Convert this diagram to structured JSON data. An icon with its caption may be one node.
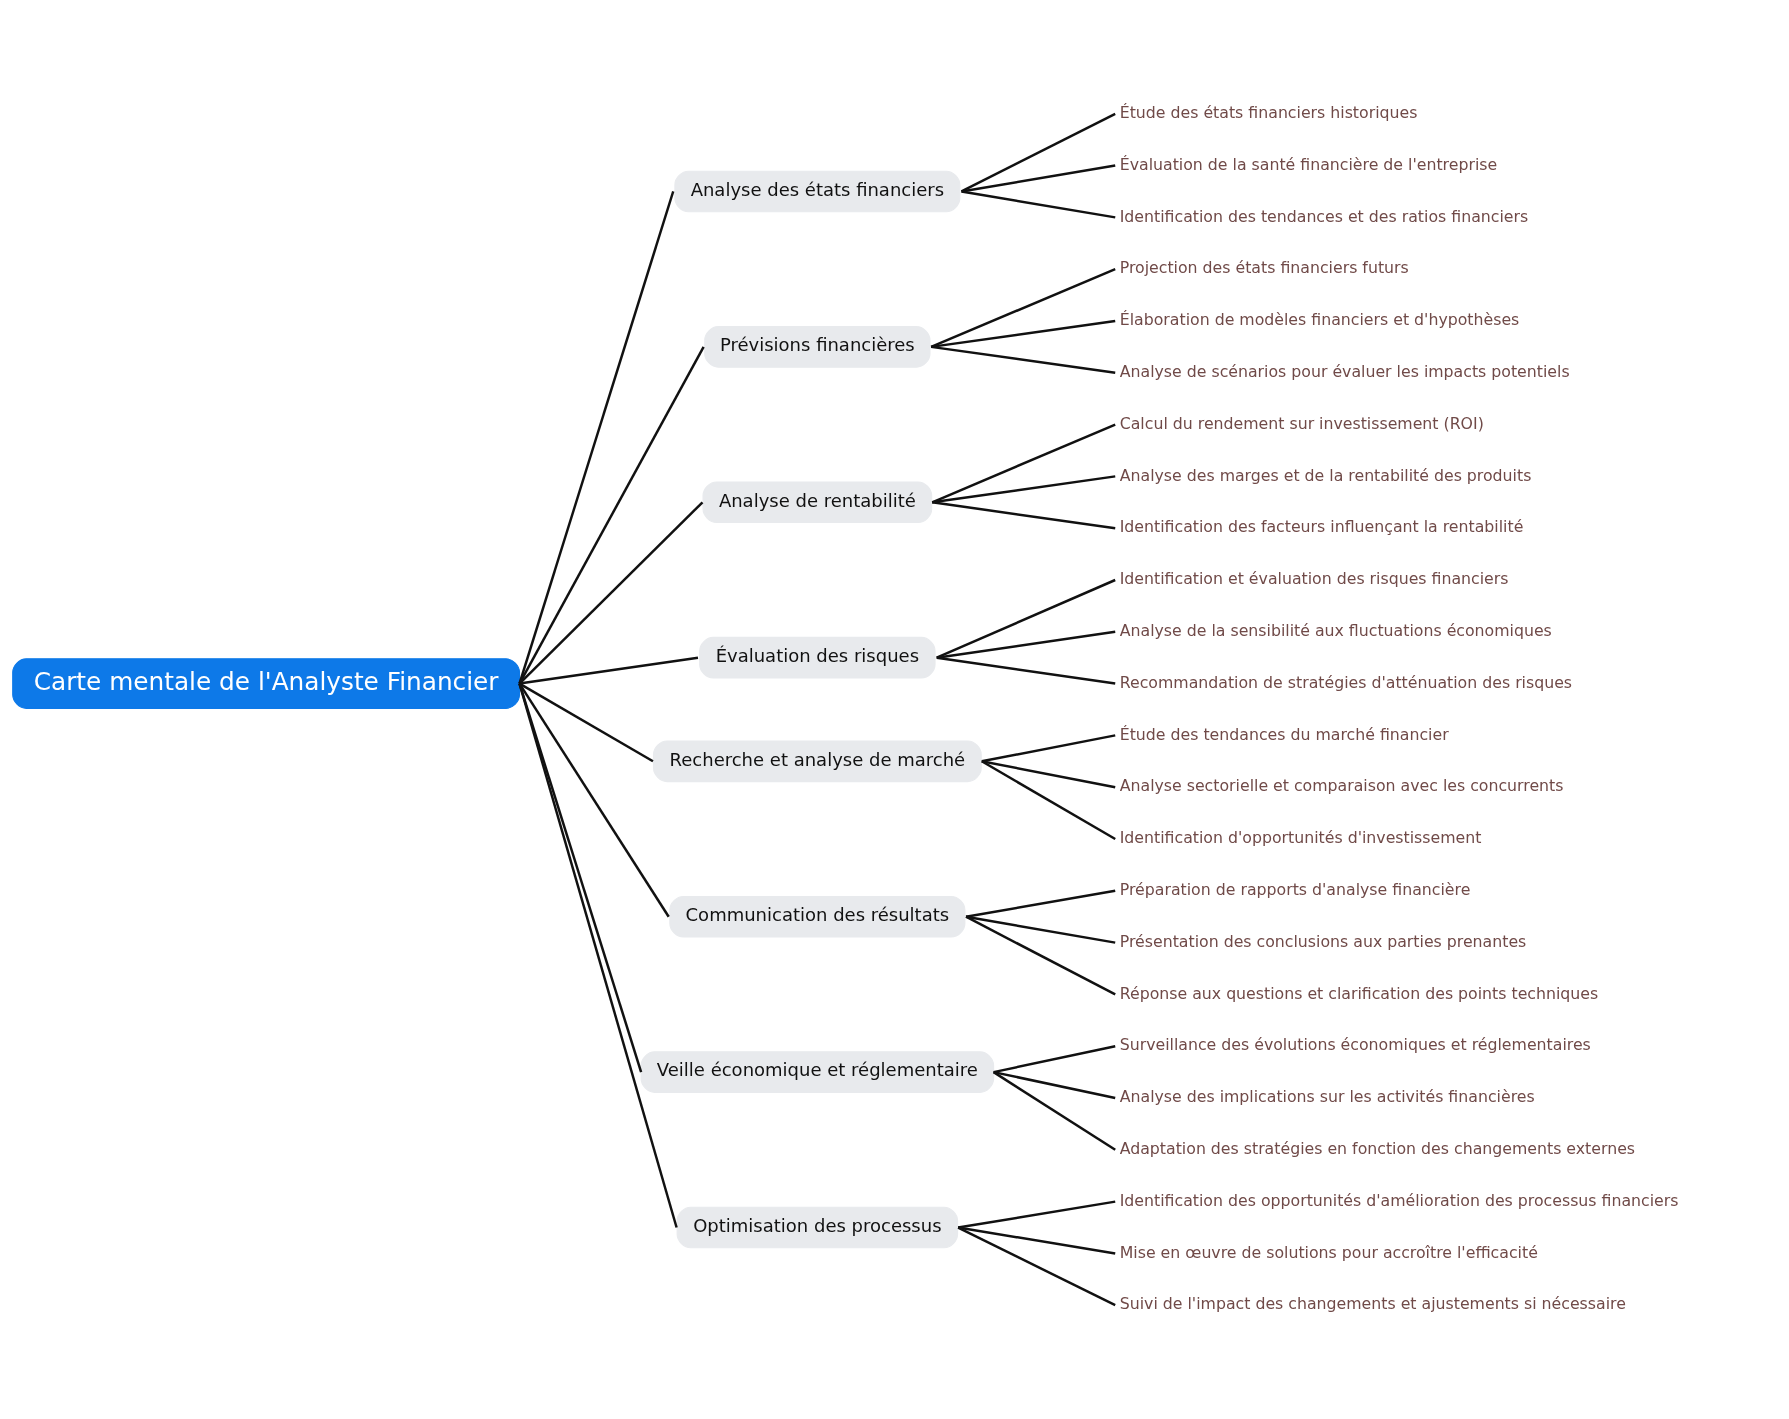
{
  "diagram": {
    "nodes": [
      {
        "text": [
          "Carte mentale de l'Analyste Financier"
        ]
      },
      {
        "text": [
          "Analyse des états financiers"
        ]
      },
      {
        "text": [
          "Étude des états financiers historiques"
        ]
      },
      {
        "text": [
          "Évaluation de la santé financière de l'entreprise"
        ]
      },
      {
        "text": [
          "Identification des tendances et des ratios financiers"
        ]
      },
      {
        "text": [
          "Prévisions financières"
        ]
      },
      {
        "text": [
          "Projection des états financiers futurs"
        ]
      },
      {
        "text": [
          "Élaboration de modèles financiers et d'hypothèses"
        ]
      },
      {
        "text": [
          "Analyse de scénarios pour évaluer les impacts potentiels"
        ]
      },
      {
        "text": [
          "Analyse de rentabilité"
        ]
      },
      {
        "text": [
          "Calcul du rendement sur investissement (ROI)"
        ]
      },
      {
        "text": [
          "Analyse des marges et de la rentabilité des produits"
        ]
      },
      {
        "text": [
          "Identification des facteurs influençant la rentabilité"
        ]
      },
      {
        "text": [
          "Évaluation des risques"
        ]
      },
      {
        "text": [
          "Identification et évaluation des risques financiers"
        ]
      },
      {
        "text": [
          "Analyse de la sensibilité aux fluctuations économiques"
        ]
      },
      {
        "text": [
          "Recommandation de stratégies d'atténuation des risques"
        ]
      },
      {
        "text": [
          "Recherche et analyse de marché"
        ]
      },
      {
        "text": [
          "Étude des tendances du marché financier"
        ]
      },
      {
        "text": [
          "Analyse sectorielle et comparaison avec les concurrents"
        ]
      },
      {
        "text": [
          "Identification d'opportunités d'investissement"
        ]
      },
      {
        "text": [
          "Communication des résultats"
        ]
      },
      {
        "text": [
          "Préparation de rapports d'analyse financière"
        ]
      },
      {
        "text": [
          "Présentation des conclusions aux parties prenantes"
        ]
      },
      {
        "text": [
          "Réponse aux questions et clarification des points techniques"
        ]
      },
      {
        "text": [
          "Veille économique et réglementaire"
        ]
      },
      {
        "text": [
          "Surveillance des évolutions économiques et réglementaires"
        ]
      },
      {
        "text": [
          "Analyse des implications sur les activités financières"
        ]
      },
      {
        "text": [
          "Adaptation des stratégies en fonction des changements externes"
        ]
      },
      {
        "text": [
          "Optimisation des processus"
        ]
      },
      {
        "text": [
          "Identification des opportunités d'amélioration des processus financiers"
        ]
      },
      {
        "text": [
          "Mise en œuvre de solutions pour accroître l'efficacité"
        ]
      },
      {
        "text": [
          "Suivi de l'impact des changements et ajustements si nécessaire"
        ]
      }
    ],
    "edges": [
      {
        "from": 0,
        "to": 1,
        "arrow": "none"
      },
      {
        "from": 1,
        "to": 2,
        "arrow": "none"
      },
      {
        "from": 1,
        "to": 3,
        "arrow": "none"
      },
      {
        "from": 1,
        "to": 4,
        "arrow": "none"
      },
      {
        "from": 0,
        "to": 5,
        "arrow": "none"
      },
      {
        "from": 5,
        "to": 6,
        "arrow": "none"
      },
      {
        "from": 5,
        "to": 7,
        "arrow": "none"
      },
      {
        "from": 5,
        "to": 8,
        "arrow": "none"
      },
      {
        "from": 0,
        "to": 9,
        "arrow": "none"
      },
      {
        "from": 9,
        "to": 10,
        "arrow": "none"
      },
      {
        "from": 9,
        "to": 11,
        "arrow": "none"
      },
      {
        "from": 9,
        "to": 12,
        "arrow": "none"
      },
      {
        "from": 0,
        "to": 13,
        "arrow": "none"
      },
      {
        "from": 13,
        "to": 14,
        "arrow": "none"
      },
      {
        "from": 13,
        "to": 15,
        "arrow": "none"
      },
      {
        "from": 13,
        "to": 16,
        "arrow": "none"
      },
      {
        "from": 0,
        "to": 17,
        "arrow": "none"
      },
      {
        "from": 17,
        "to": 18,
        "arrow": "none"
      },
      {
        "from": 17,
        "to": 19,
        "arrow": "none"
      },
      {
        "from": 17,
        "to": 20,
        "arrow": "none"
      },
      {
        "from": 0,
        "to": 21,
        "arrow": "none"
      },
      {
        "from": 21,
        "to": 22,
        "arrow": "none"
      },
      {
        "from": 21,
        "to": 23,
        "arrow": "none"
      },
      {
        "from": 21,
        "to": 24,
        "arrow": "none"
      },
      {
        "from": 0,
        "to": 25,
        "arrow": "none"
      },
      {
        "from": 25,
        "to": 26,
        "arrow": "none"
      },
      {
        "from": 25,
        "to": 27,
        "arrow": "none"
      },
      {
        "from": 25,
        "to": 28,
        "arrow": "none"
      },
      {
        "from": 0,
        "to": 29,
        "arrow": "none"
      },
      {
        "from": 29,
        "to": 30,
        "arrow": "none"
      },
      {
        "from": 29,
        "to": 31,
        "arrow": "none"
      },
      {
        "from": 29,
        "to": 32,
        "arrow": "none"
      }
    ]
  }
}
